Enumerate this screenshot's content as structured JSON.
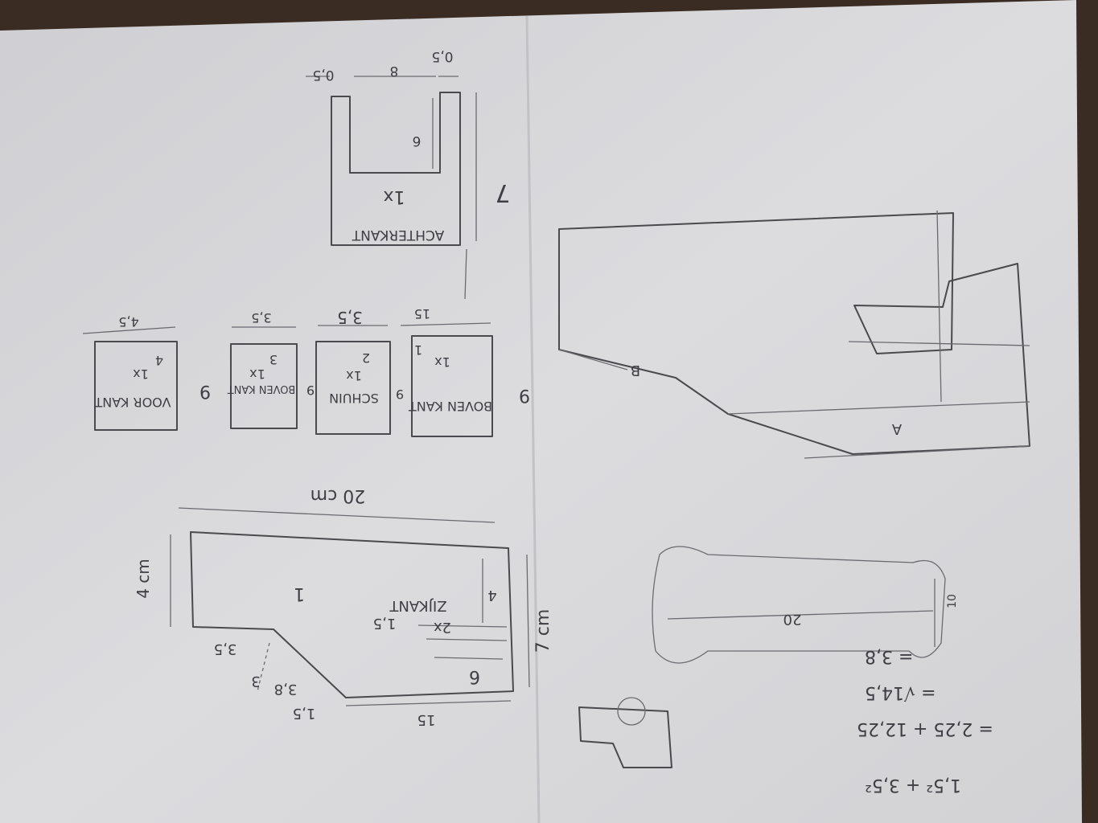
{
  "colors": {
    "paper": "#d9d9dc",
    "pencil": "#4a4a4e",
    "background": "#3a2c22"
  },
  "back_piece": {
    "name": "ACHTERKANT",
    "count": "1x",
    "dim_left": "0,5",
    "dim_mid": "8",
    "dim_right": "0,5",
    "dim_slot": "6",
    "dim_height": "7"
  },
  "pieces": [
    {
      "name": "BOVEN KANT",
      "count": "1x",
      "number": "1",
      "height": "9",
      "width": "15"
    },
    {
      "name": "SCHUIN",
      "count": "1x",
      "number": "2",
      "height": "9",
      "width": "3,5"
    },
    {
      "name": "BOVEN KANT",
      "count": "1x",
      "number": "3",
      "height": "9",
      "width": "3,5"
    },
    {
      "name": "VOOR KANT",
      "count": "1x",
      "number": "4",
      "height": "9",
      "width": "4,5"
    }
  ],
  "side_piece": {
    "name": "ZIJKANT",
    "count": "1",
    "length": "20 cm",
    "height": "7 cm",
    "height_left": "4 cm",
    "slot1": "4",
    "slot2": "2x",
    "slot_gap": "1,5",
    "d6": "6",
    "d15": "15",
    "d15b": "1,5",
    "diag": "3,8",
    "d3": "3",
    "d35": "3,5"
  },
  "perspective": {
    "label_a": "A",
    "label_b": "B"
  },
  "top_view": {
    "length": "20",
    "width": "10"
  },
  "calculation": [
    "1,5² + 3,5²",
    "= 2,25 + 12,25",
    "= √14,5",
    "= 3,8"
  ]
}
